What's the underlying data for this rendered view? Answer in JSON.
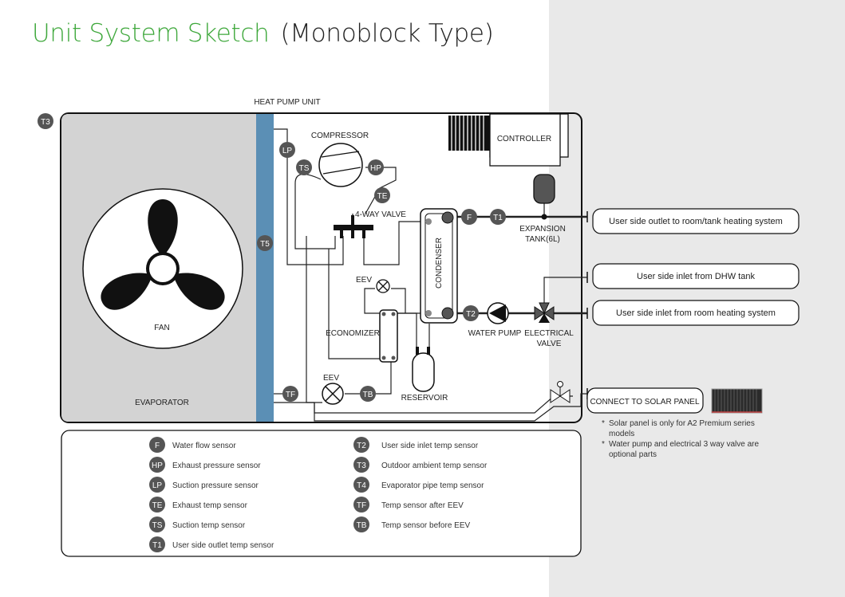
{
  "title": {
    "main": "Unit System Sketch",
    "sub": "(Monoblock Type)"
  },
  "unit_title": "HEAT PUMP UNIT",
  "components": {
    "compressor": "COMPRESSOR",
    "controller": "CONTROLLER",
    "four_way_valve": "4-WAY VALVE",
    "eev_top": "EEV",
    "eev_bottom": "EEV",
    "condenser": "CONDENSER",
    "economizer": "ECONOMIZER",
    "reservoir": "RESERVOIR",
    "water_pump": "WATER PUMP",
    "electrical_valve_1": "ELECTRICAL",
    "electrical_valve_2": "VALVE",
    "expansion_tank_1": "EXPANSION",
    "expansion_tank_2": "TANK(6L)",
    "fan": "FAN",
    "evaporator": "EVAPORATOR"
  },
  "sensors": {
    "t3": "T3",
    "lp": "LP",
    "ts": "TS",
    "hp": "HP",
    "te": "TE",
    "t5": "T5",
    "f": "F",
    "t1": "T1",
    "t2": "T2",
    "tf": "TF",
    "tb": "TB"
  },
  "buttons": {
    "outlet": "User side outlet to room/tank heating system",
    "dhw_inlet": "User side inlet from DHW tank",
    "room_inlet": "User side inlet from room heating system",
    "solar": "CONNECT TO SOLAR PANEL"
  },
  "notes": [
    "Solar panel is only for A2 Premium series models",
    "Water pump and electrical 3 way valve are optional parts"
  ],
  "legend": {
    "left": [
      {
        "code": "F",
        "desc": "Water flow sensor"
      },
      {
        "code": "HP",
        "desc": "Exhaust pressure sensor"
      },
      {
        "code": "LP",
        "desc": "Suction pressure sensor"
      },
      {
        "code": "TE",
        "desc": "Exhaust temp sensor"
      },
      {
        "code": "TS",
        "desc": "Suction temp sensor"
      },
      {
        "code": "T1",
        "desc": "User side outlet temp sensor"
      }
    ],
    "right": [
      {
        "code": "T2",
        "desc": "User side inlet temp sensor"
      },
      {
        "code": "T3",
        "desc": "Outdoor ambient temp sensor"
      },
      {
        "code": "T4",
        "desc": "Evaporator pipe temp sensor"
      },
      {
        "code": "TF",
        "desc": "Temp sensor after EEV"
      },
      {
        "code": "TB",
        "desc": "Temp sensor before EEV"
      }
    ]
  },
  "colors": {
    "title_green": "#3fa83c",
    "badge": "#555555",
    "evaporator_bg": "#d3d3d3",
    "evaporator_coil": "#5b8fb5",
    "page_right_bg": "#e9e9e9"
  }
}
